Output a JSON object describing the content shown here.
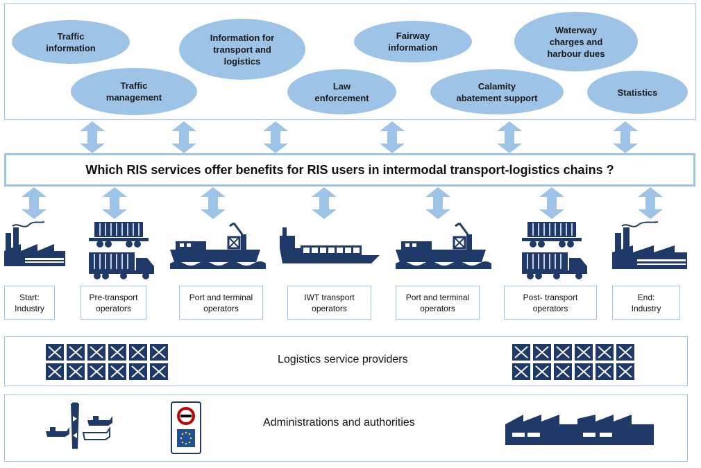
{
  "services": [
    {
      "label": "Traffic\ninformation"
    },
    {
      "label": "Traffic\nmanagement"
    },
    {
      "label": "Information for\ntransport and\nlogistics"
    },
    {
      "label": "Law\nenforcement"
    },
    {
      "label": "Fairway\ninformation"
    },
    {
      "label": "Calamity\nabatement support"
    },
    {
      "label": "Waterway\ncharges and\nharbour dues"
    },
    {
      "label": "Statistics"
    }
  ],
  "question": "Which RIS services offer benefits for RIS users in intermodal transport-logistics chains ?",
  "actors": [
    {
      "label": "Start:\nIndustry",
      "icon": "factory-icon"
    },
    {
      "label": "Pre-transport\noperators",
      "icon": "train-truck-icon"
    },
    {
      "label": "Port and terminal\noperators",
      "icon": "ship-crane-icon"
    },
    {
      "label": "IWT transport\noperators",
      "icon": "barge-icon"
    },
    {
      "label": "Port and terminal\noperators",
      "icon": "ship-crane-icon"
    },
    {
      "label": "Post- transport\noperators",
      "icon": "train-truck-icon"
    },
    {
      "label": "End:\nIndustry",
      "icon": "factory-icon"
    }
  ],
  "logistics": {
    "label": "Logistics service providers",
    "icon": "container-stack-icon"
  },
  "administrations": {
    "label": "Administrations and authorities",
    "icons": [
      "lock-ships-icon",
      "traffic-sign-icon",
      "warehouse-icon"
    ]
  },
  "colors": {
    "accent": "#9dc3e6",
    "icon": "#1f3a68"
  }
}
